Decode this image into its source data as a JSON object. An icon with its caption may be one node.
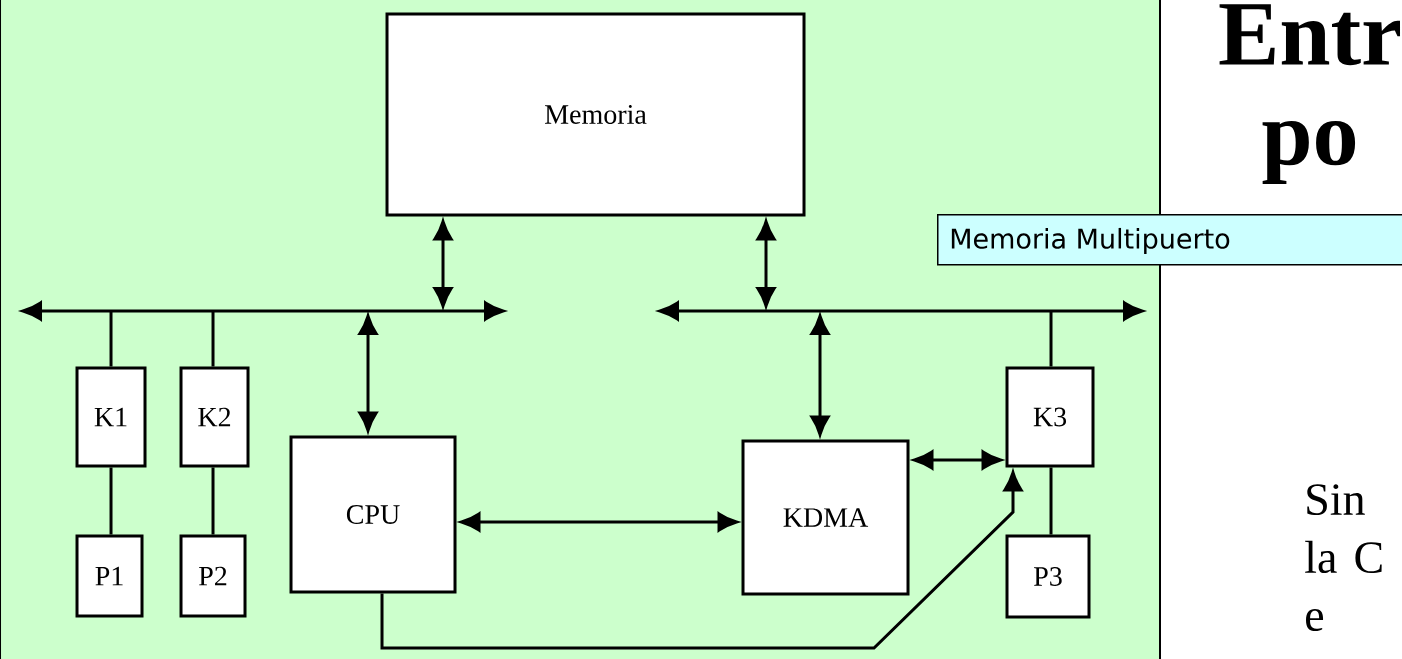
{
  "diagram": {
    "title": "Entr po",
    "nodes": [
      {
        "text": [
          "Memoria"
        ]
      },
      {
        "text": [
          "Memoria Multipuerto"
        ]
      },
      {
        "text": [],
        "shape": "bar"
      },
      {
        "text": [],
        "shape": "bar"
      },
      {
        "text": [
          "K1"
        ]
      },
      {
        "text": [
          "K2"
        ]
      },
      {
        "text": [
          "CPU"
        ]
      },
      {
        "text": [
          "KDMA"
        ]
      },
      {
        "text": [
          "K3"
        ]
      },
      {
        "text": [
          "P1"
        ]
      },
      {
        "text": [
          "P2"
        ]
      },
      {
        "text": [
          "P3"
        ]
      }
    ],
    "edges": [
      {
        "from": 0,
        "to": 2,
        "arrow": "both"
      },
      {
        "from": 0,
        "to": 3,
        "arrow": "both"
      },
      {
        "from": 2,
        "to": 4,
        "arrow": "none"
      },
      {
        "from": 2,
        "to": 5,
        "arrow": "none"
      },
      {
        "from": 2,
        "to": 6,
        "arrow": "both"
      },
      {
        "from": 3,
        "to": 7,
        "arrow": "both"
      },
      {
        "from": 3,
        "to": 8,
        "arrow": "none"
      },
      {
        "from": 4,
        "to": 9,
        "arrow": "none"
      },
      {
        "from": 5,
        "to": 10,
        "arrow": "none"
      },
      {
        "from": 8,
        "to": 11,
        "arrow": "none"
      },
      {
        "from": 6,
        "to": 7,
        "arrow": "both"
      },
      {
        "from": 7,
        "to": 8,
        "arrow": "both"
      },
      {
        "from": 6,
        "to": 8,
        "arrow": "to"
      }
    ],
    "labels": [
      "Sin la C e"
    ]
  }
}
